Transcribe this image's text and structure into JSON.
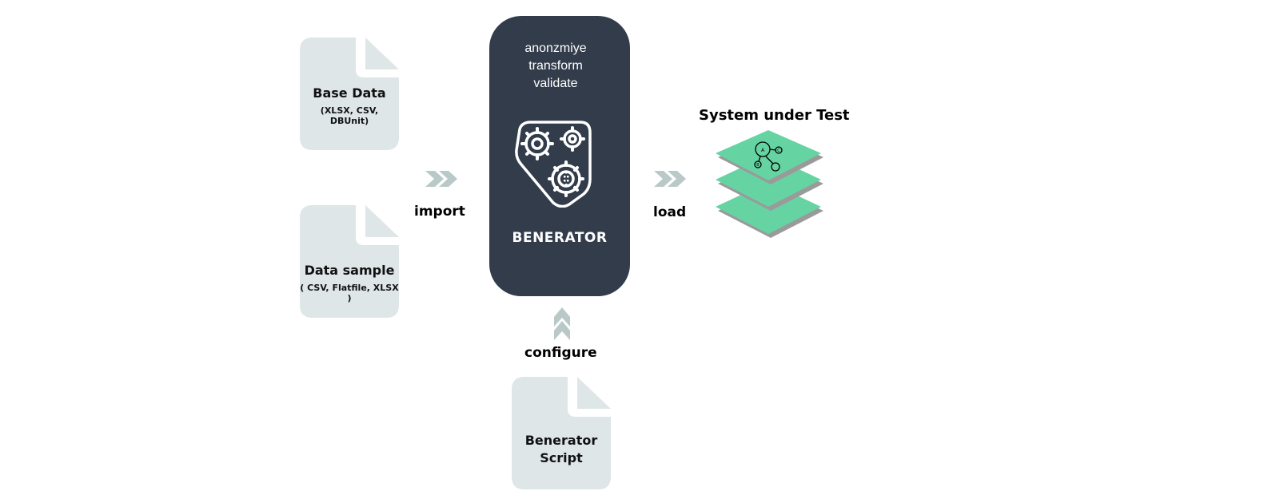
{
  "inputs": [
    {
      "title": "Base Data",
      "subtitle": "(XLSX, CSV, DBUnit)"
    },
    {
      "title": "Data sample",
      "subtitle": "( CSV, Flatfile, XLSX )"
    }
  ],
  "config_doc": {
    "title_line1": "Benerator",
    "title_line2": "Script"
  },
  "engine": {
    "steps": [
      "anonzmiye",
      "transform",
      "validate"
    ],
    "name": "BENERATOR"
  },
  "edges": {
    "import": "import",
    "load": "load",
    "configure": "configure"
  },
  "target": {
    "title": "System under Test"
  },
  "colors": {
    "document": "#dfe6e8",
    "engine": "#323c4b",
    "arrow": "#b9c9c8",
    "layer": "#66d3a2",
    "layer_shadow": "#9a9a9a"
  }
}
